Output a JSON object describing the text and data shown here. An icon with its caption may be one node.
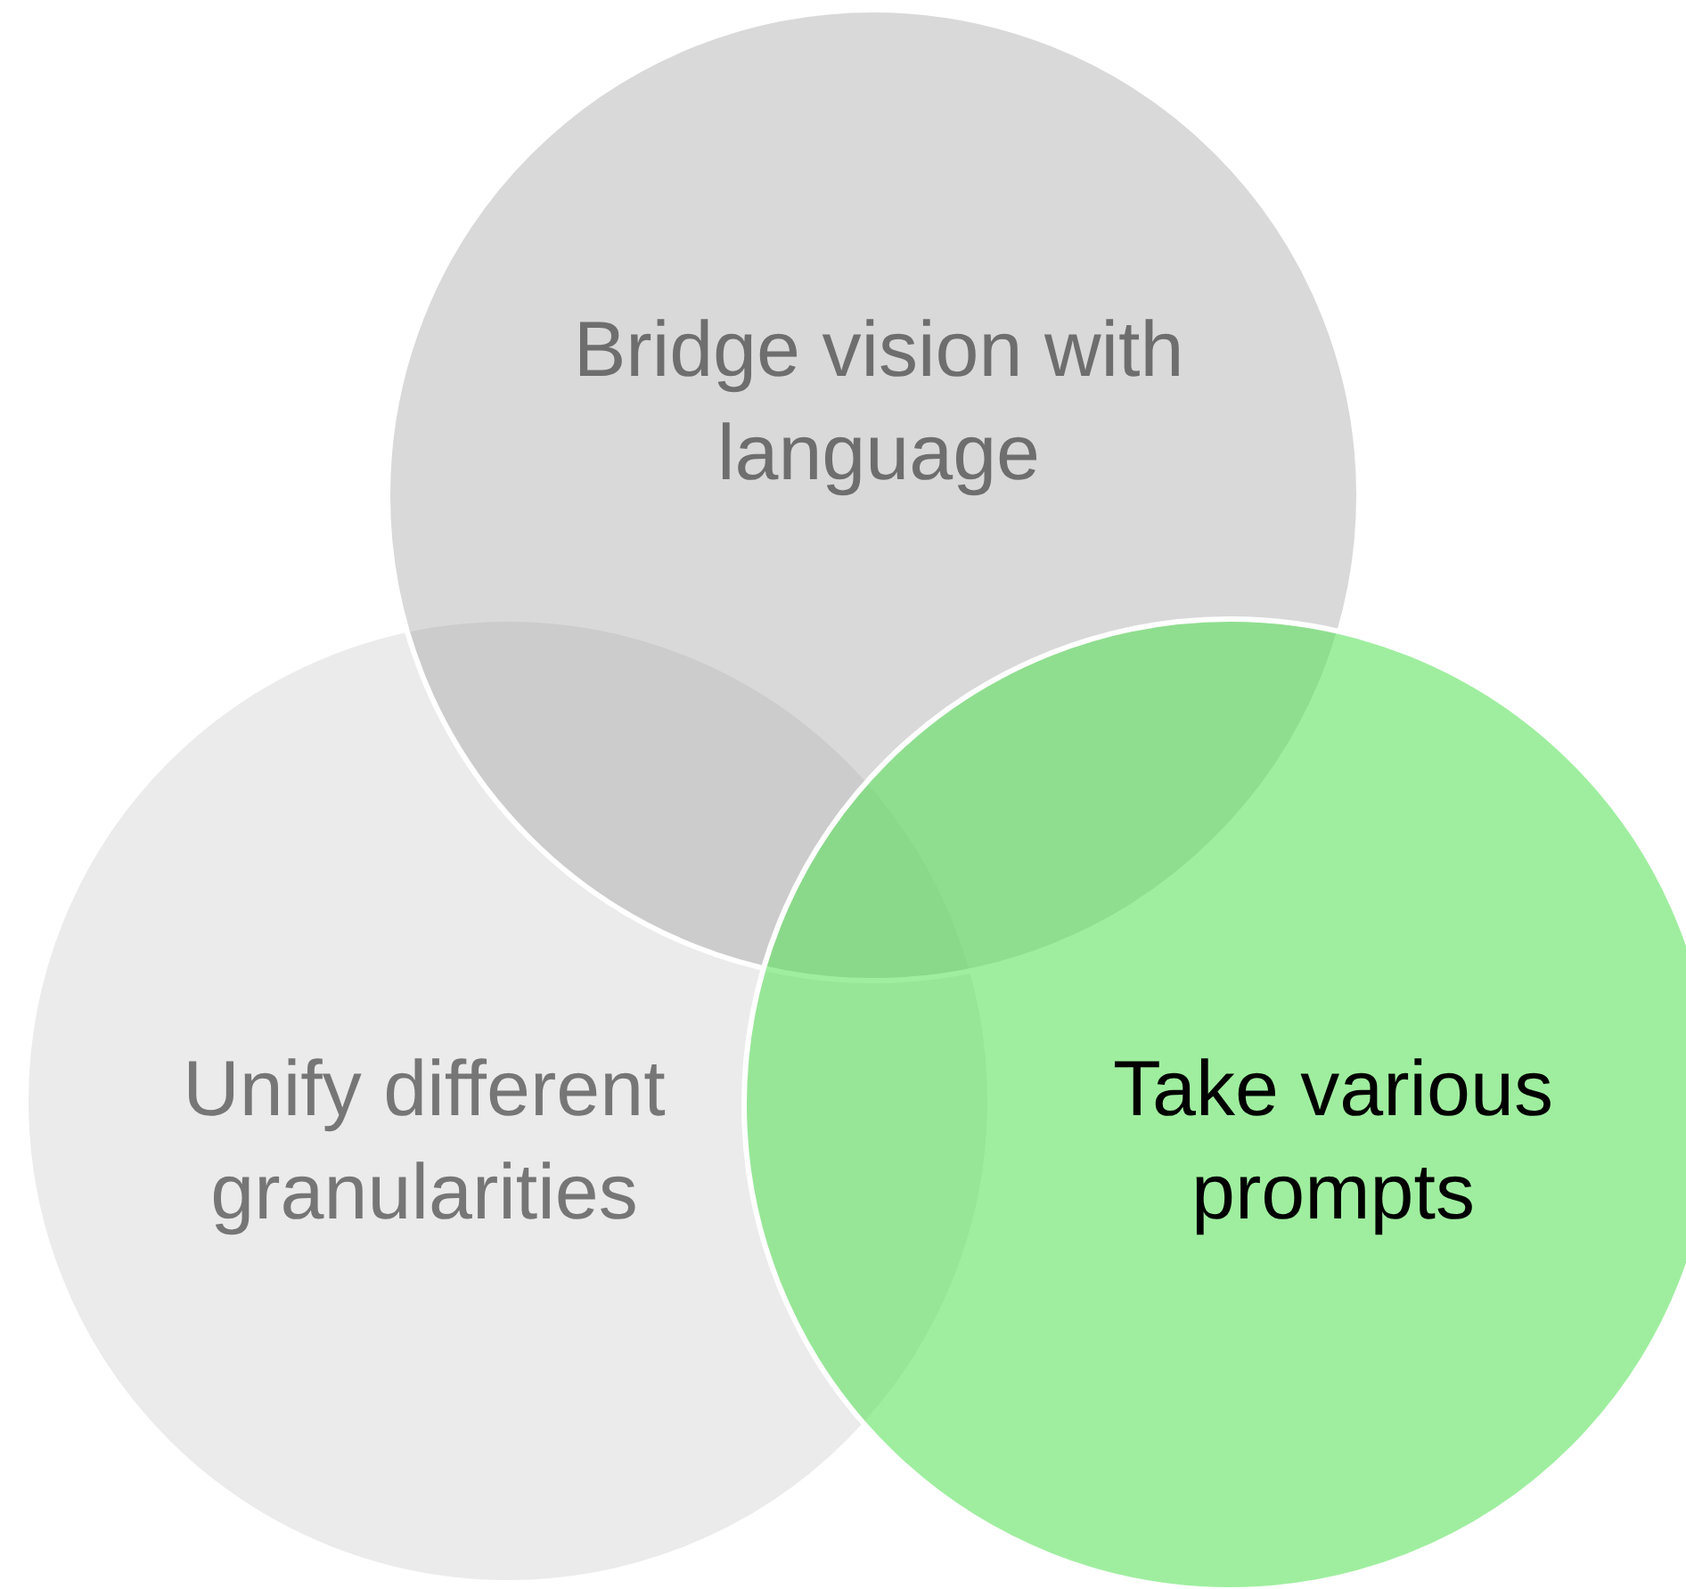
{
  "diagram": {
    "nodes": [
      {
        "text": [
          "Bridge vision with language"
        ]
      },
      {
        "text": [
          "Unify different granularities"
        ]
      },
      {
        "text": [
          "Take various prompts"
        ]
      }
    ]
  }
}
